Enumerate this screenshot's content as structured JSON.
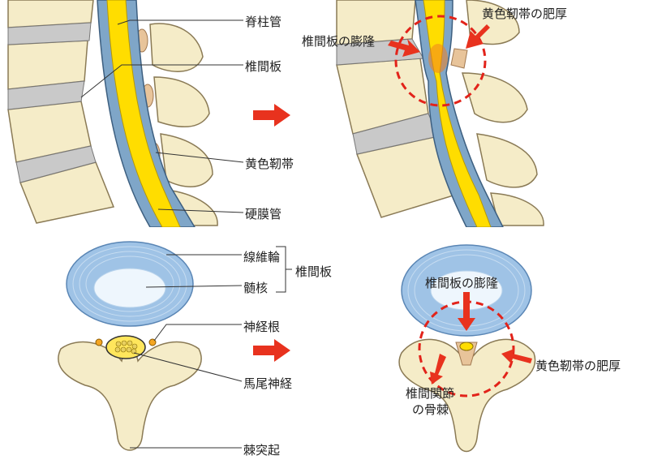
{
  "panels": {
    "sagittal_normal": {
      "labels": {
        "spinal_canal": "脊柱管",
        "disc": "椎間板",
        "ligamentum_flavum": "黄色靭帯",
        "dura": "硬膜管"
      }
    },
    "sagittal_stenosis": {
      "labels": {
        "disc_bulge": "椎間板の膨隆",
        "lf_thickening": "黄色靭帯の肥厚"
      }
    },
    "axial_normal": {
      "labels": {
        "annulus": "線維輪",
        "nucleus": "髄核",
        "disc_group": "椎間板",
        "nerve_root": "神経根",
        "cauda_equina": "馬尾神経",
        "spinous_process": "棘突起"
      }
    },
    "axial_stenosis": {
      "labels": {
        "disc_bulge": "椎間板の膨隆",
        "lf_thickening": "黄色靭帯の肥厚",
        "facet_osteophyte_line1": "椎間関節",
        "facet_osteophyte_line2": "の骨棘"
      }
    }
  },
  "colors": {
    "bone": "#f5ecc8",
    "bone_outline": "#8a7a55",
    "disc_gray": "#c9c9c9",
    "csf_blue": "#7fa6c8",
    "cord_yellow": "#ffdd00",
    "ligament": "#e8c49a",
    "disc_blue": "#9fc3e6",
    "nucleus_white": "#eef6fd",
    "highlight_red": "#e2231a",
    "arrow_red": "#e8321e"
  }
}
